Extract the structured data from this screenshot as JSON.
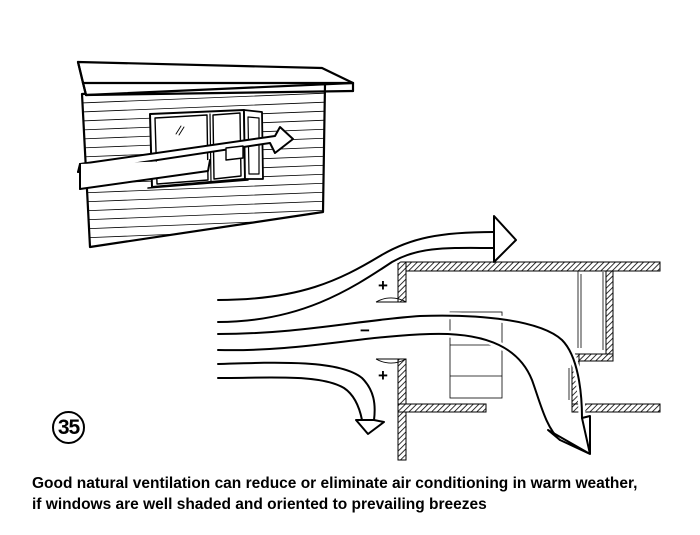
{
  "figure": {
    "number": "35",
    "caption_line_1": "Good natural ventilation can reduce or eliminate air conditioning in warm weather,",
    "caption_line_2": "if windows are well shaded and oriented to prevailing breezes"
  },
  "plan": {
    "pressure_marks": [
      "+",
      "−",
      "+"
    ]
  }
}
